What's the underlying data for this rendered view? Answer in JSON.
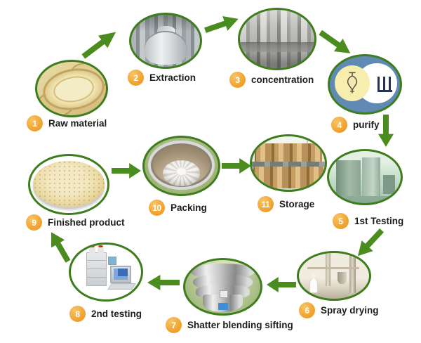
{
  "diagram": {
    "description": "Production process flow diagram with 11 numbered steps connected by green arrows",
    "steps": [
      {
        "number": "1",
        "label": "Raw material"
      },
      {
        "number": "2",
        "label": "Extraction"
      },
      {
        "number": "3",
        "label": "concentration"
      },
      {
        "number": "4",
        "label": "purify"
      },
      {
        "number": "5",
        "label": "1st Testing"
      },
      {
        "number": "6",
        "label": "Spray drying"
      },
      {
        "number": "7",
        "label": "Shatter blending sifting"
      },
      {
        "number": "8",
        "label": "2nd testing"
      },
      {
        "number": "9",
        "label": "Finished product"
      },
      {
        "number": "10",
        "label": "Packing"
      },
      {
        "number": "11",
        "label": "Storage"
      }
    ],
    "flow_sequence": [
      "Raw material",
      "Extraction",
      "concentration",
      "purify",
      "1st Testing",
      "Spray drying",
      "Shatter blending sifting",
      "2nd testing",
      "Finished product",
      "Packing",
      "Storage"
    ],
    "colors": {
      "arrow_green": "#4a8c1e",
      "ellipse_border_green": "#3e7d1d",
      "badge_orange": "#f0a32e",
      "label_text": "#1d1d1b",
      "purify_blue": "#6089b3",
      "purify_yellow": "#f7eeae",
      "background": "#ffffff"
    }
  }
}
